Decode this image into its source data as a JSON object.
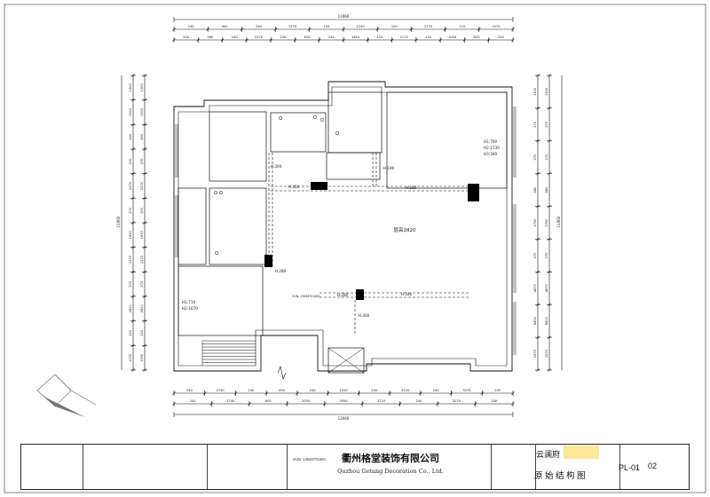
{
  "overall_dims": {
    "top": "13060",
    "bottom": "13060",
    "left": "11960",
    "right": "11960"
  },
  "top_dims_row1": [
    "240",
    "960",
    "240",
    "2270",
    "120",
    "1240",
    "120",
    "2170",
    "120",
    "1070"
  ],
  "top_dims_row2": [
    "240",
    "960",
    "240",
    "2270",
    "240",
    "610",
    "240",
    "1610",
    "120",
    "2170",
    "120",
    "3050",
    "620",
    "240"
  ],
  "bottom_dims_row1": [
    "240",
    "2740",
    "240",
    "450",
    "240",
    "1910",
    "240",
    "3720",
    "240",
    "3270",
    "240"
  ],
  "bottom_dims_row2": [
    "240",
    "2740",
    "600",
    "2050",
    "3950",
    "3720",
    "240",
    "3270",
    "240"
  ],
  "left_dims": [
    "1300",
    "1300",
    "400",
    "270",
    "2270",
    "270",
    "1630",
    "2270",
    "270",
    "2820",
    "120",
    "1370"
  ],
  "right_dims": [
    "1300",
    "270",
    "270",
    "480",
    "2700",
    "270",
    "4870",
    "6400",
    "1570"
  ],
  "annotations": {
    "h300_a": "H:300",
    "h190": "H:190",
    "h350": "H:350",
    "h380": "H:380",
    "h280_a": "H:280",
    "h280_b": "H:280",
    "h340": "H:340",
    "h300_b": "H:300",
    "window_right_1": "H1:700",
    "window_right_2": "H2:1730",
    "window_right_3": "H3:340",
    "window_left_1": "H1:710",
    "window_left_2": "H2:1670",
    "area_label": "层高2820",
    "phone_plan": "SUN: 13646701650"
  },
  "title_block": {
    "company_cn": "衢州格堂装饰有限公司",
    "company_en": "Quzhou Getang Decoration Co., Ltd.",
    "phone": "SUN: 13646701650",
    "project": "云澜府",
    "drawing_title": "原始结构图",
    "drawing_no": "PL-01",
    "sheet_no": "02"
  },
  "colors": {
    "line": "#111111",
    "mask": "#ffe79a",
    "bracket": "#c8151b"
  }
}
